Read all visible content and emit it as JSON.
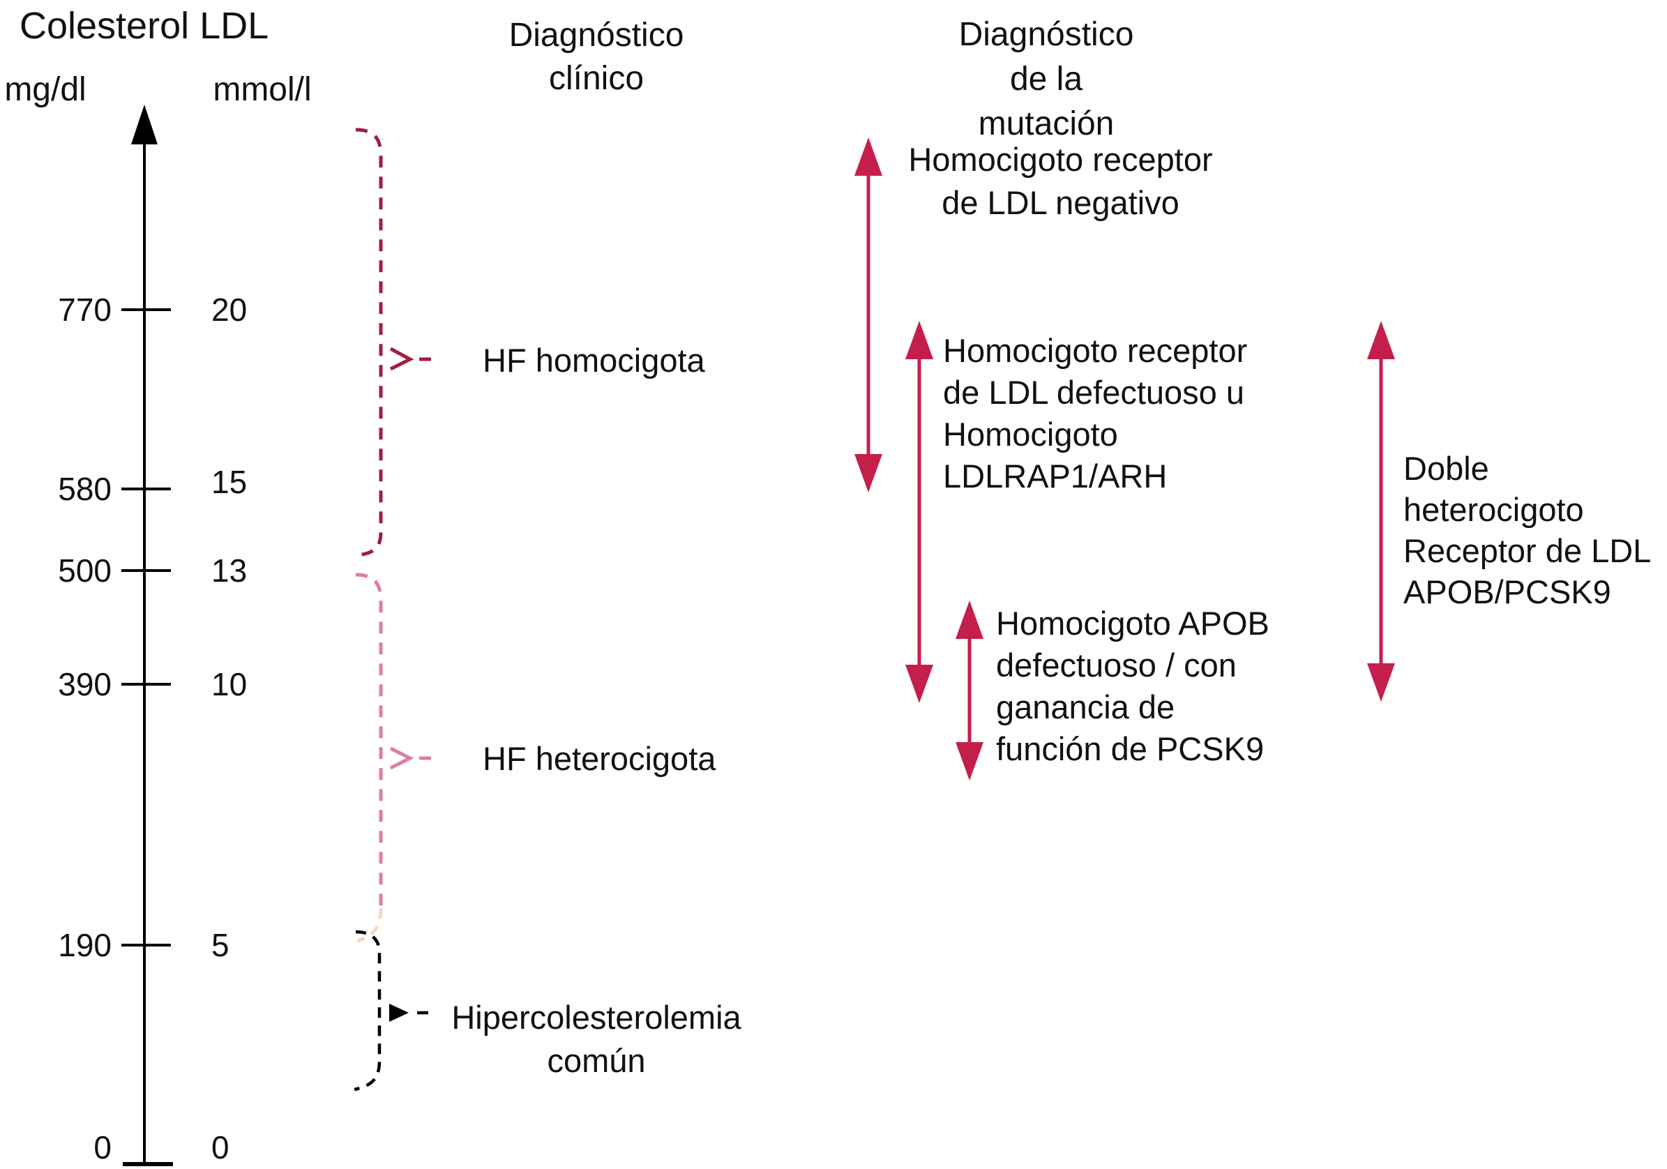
{
  "title": "Colesterol LDL",
  "axis": {
    "units_left": "mg/dl",
    "units_right": "mmol/l",
    "ticks": [
      {
        "mgdl": "770",
        "mmoll": "20"
      },
      {
        "mgdl": "580",
        "mmoll": "15"
      },
      {
        "mgdl": "500",
        "mmoll": "13"
      },
      {
        "mgdl": "390",
        "mmoll": "10"
      },
      {
        "mgdl": "190",
        "mmoll": "5"
      },
      {
        "mgdl": "0",
        "mmoll": "0"
      }
    ]
  },
  "headers": {
    "clinical": "Diagnóstico\nclínico",
    "mutation": "Diagnóstico\nde la\nmutación"
  },
  "clinical_diagnosis": {
    "hf_homozygous": "HF homocigota",
    "hf_heterozygous": "HF heterocigota",
    "common": "Hipercolesterolemia\ncomún"
  },
  "mutation_diagnosis": {
    "ldl_receptor_negative": "Homocigoto receptor\nde LDL negativo",
    "ldl_receptor_defective": "Homocigoto receptor\nde LDL defectuoso u\nHomocigoto\nLDLRAP1/ARH",
    "apob_pcsk9": "Homocigoto APOB\ndefectuoso / con\nganancia de\nfunción de PCSK9",
    "double_heterozygous": "Doble heterocigoto\nReceptor de LDL\nAPOB/PCSK9"
  },
  "diagram_ranges_mmol_l": {
    "hf_homocigota_bracket": [
      13.4,
      25
    ],
    "hf_heterocigota_bracket": [
      5.1,
      13
    ],
    "hipercolesterolemia_comun_bracket": [
      1.5,
      5.3
    ],
    "homocigoto_receptor_ldl_negativo_arrow": [
      15,
      25
    ],
    "homocigoto_receptor_ldl_defectuoso_arrow": [
      9.7,
      19.7
    ],
    "homocigoto_apob_pcsk9_arrow": [
      8.2,
      12.5
    ],
    "doble_heterocigoto_arrow": [
      9.7,
      19.7
    ]
  },
  "colors": {
    "axis": "#000000",
    "range_arrows": "#c41f4b",
    "bracket_hf_homocigota": "#9f1f3f",
    "bracket_hf_heterocigota": "#d97fa6",
    "bracket_hf_heterocigota_fade": "#f2d8c6",
    "bracket_comun": "#000000",
    "text": "#111111"
  }
}
